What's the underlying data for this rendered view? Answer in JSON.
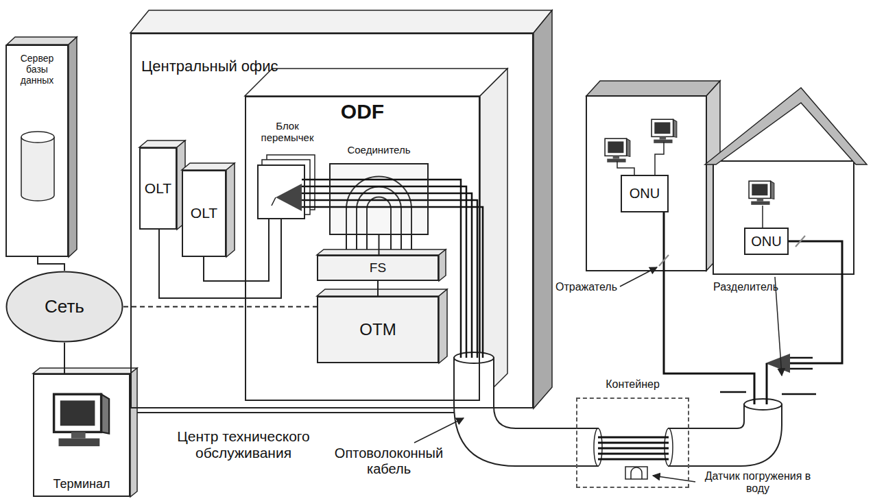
{
  "diagram": {
    "nodes": [
      {
        "text": [
          "Сервер базы данных"
        ]
      },
      {
        "text": [
          "Центральный офис"
        ]
      },
      {
        "text": [
          "OLT"
        ],
        "in": 1
      },
      {
        "text": [
          "OLT"
        ],
        "in": 1
      },
      {
        "text": [
          "ODF"
        ],
        "in": 1
      },
      {
        "text": [
          "Блок перемычек"
        ],
        "in": 4
      },
      {
        "text": [
          "Соединитель"
        ],
        "in": 4
      },
      {
        "text": [
          "FS"
        ],
        "in": 4
      },
      {
        "text": [
          "OTM"
        ],
        "in": 4
      },
      {
        "text": [
          "Сеть"
        ]
      },
      {
        "text": [
          "Терминал"
        ]
      },
      {
        "text": [
          "ONU"
        ]
      },
      {
        "text": [
          "ONU"
        ]
      },
      {
        "text": [
          "Контейнер"
        ]
      }
    ],
    "edges": [
      {
        "from": 0,
        "to": 9,
        "arrow": "none"
      },
      {
        "from": 9,
        "to": 10,
        "arrow": "none"
      },
      {
        "from": 9,
        "to": 8,
        "arrow": "none"
      },
      {
        "from": 2,
        "to": 5,
        "arrow": "none"
      },
      {
        "from": 3,
        "to": 5,
        "arrow": "none"
      },
      {
        "from": 6,
        "to": 7,
        "arrow": "none"
      },
      {
        "from": 7,
        "to": 8,
        "arrow": "none"
      }
    ],
    "labels": [
      "Центр технического обслуживания",
      "Оптоволоконный кабель",
      "Отражатель",
      "Разделитель",
      "Датчик погружения в воду"
    ]
  }
}
